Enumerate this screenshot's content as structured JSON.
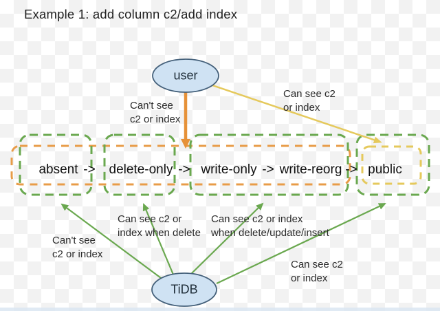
{
  "title": "Example 1: add column c2/add index",
  "nodes": {
    "user": {
      "label": "user"
    },
    "tidb": {
      "label": "TiDB"
    }
  },
  "pipeline": {
    "states": [
      "absent",
      "delete-only",
      "write-only",
      "write-reorg",
      "public"
    ],
    "separator": "->",
    "full_text": "absent -> delete-only -> write-only -> write-reorg -> public"
  },
  "edges": {
    "user_cant_see": {
      "label": "Can't see\nc2 or index"
    },
    "user_can_see": {
      "label": "Can see c2\nor index"
    },
    "tidb_cant_see": {
      "label": "Can't see\nc2 or index"
    },
    "tidb_delete": {
      "label": "Can see c2 or\nindex when delete"
    },
    "tidb_delete_update_insert": {
      "label": "Can see c2 or index\nwhen delete/update/insert"
    },
    "tidb_can_see": {
      "label": "Can see c2\nor index"
    }
  },
  "colors": {
    "green": "#6aa84f",
    "orange": "#e69138",
    "orange_dash": "#e89c48",
    "yellow": "#e5c95c",
    "node_fill": "#cfe2f3",
    "node_border": "#44607a",
    "text": "#222222"
  }
}
